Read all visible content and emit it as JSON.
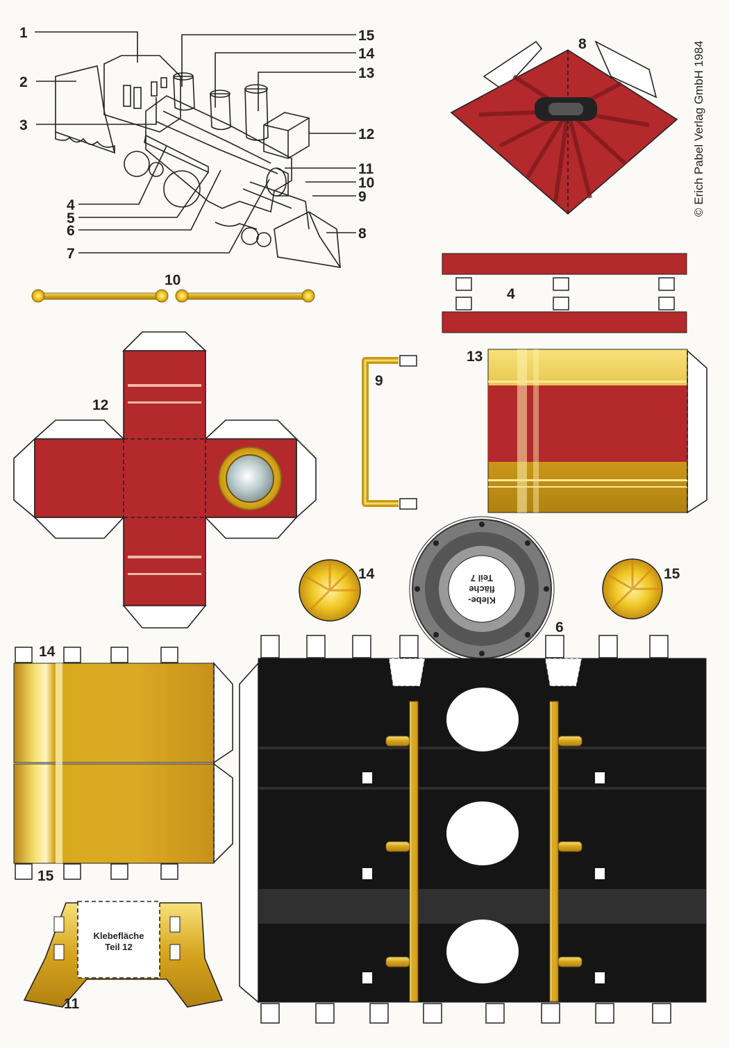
{
  "copyright": "© Erich Pabel Verlag GmbH 1984",
  "diagram_labels": [
    "1",
    "2",
    "3",
    "4",
    "5",
    "6",
    "7",
    "8",
    "9",
    "10",
    "11",
    "12",
    "13",
    "14",
    "15"
  ],
  "parts": {
    "p8": "8",
    "p10": "10",
    "p4": "4",
    "p12": "12",
    "p9": "9",
    "p13": "13",
    "p14": "14",
    "p15": "15",
    "p6": "6",
    "p14b": "14",
    "p15b": "15",
    "p11": "11"
  },
  "glue_7": [
    "Klebe-",
    "fläche",
    "Teil 7"
  ],
  "glue_12": [
    "Klebefläche",
    "Teil 12"
  ],
  "colors": {
    "red": "#b2292c",
    "gold": "#d8a91c",
    "black": "#151515",
    "grey": "#7a7a7a"
  }
}
